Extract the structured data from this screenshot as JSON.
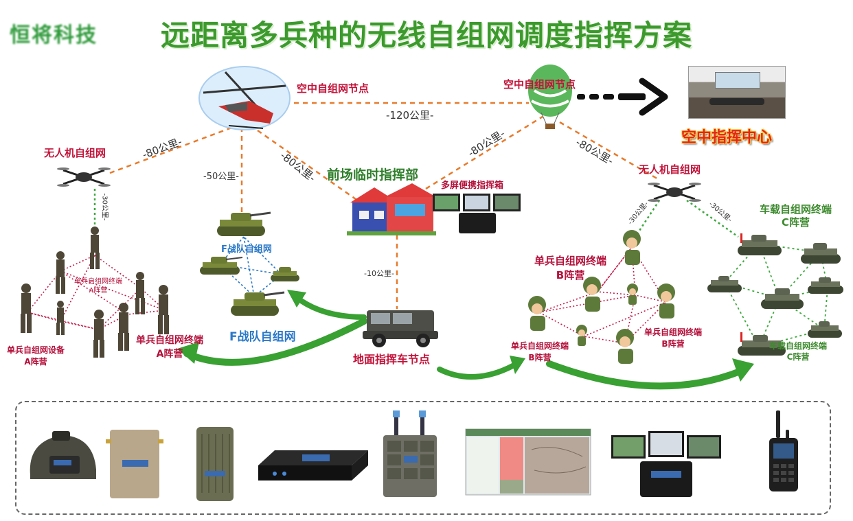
{
  "title": "远距离多兵种的无线自组网调度指挥方案",
  "logo_text": "恒将科技",
  "nodes": {
    "air_node_left": "空中自组网节点",
    "air_node_right": "空中自组网节点",
    "air_command_center": "空中指挥中心",
    "uav_left": "无人机自组网",
    "uav_right": "无人机自组网",
    "forward_hq": "前场临时指挥部",
    "portable_box": "多屏便携指挥箱",
    "f_team_small": "F战队自组网",
    "f_team_big": "F战队自组网",
    "ground_vehicle": "地面指挥车节点",
    "a_device": [
      "单兵自组网设备",
      "A阵营"
    ],
    "a_terminal_small": [
      "单兵自组网终端",
      "A阵营"
    ],
    "a_terminal_big": [
      "单兵自组网终端",
      "A阵营"
    ],
    "b_terminal_top": [
      "单兵自组网终端",
      "B阵营"
    ],
    "b_terminal_left": [
      "单兵自组网终端",
      "B阵营"
    ],
    "b_terminal_right": [
      "单兵自组网终端",
      "B阵营"
    ],
    "c_terminal_top": [
      "车载自组网终端",
      "C阵营"
    ],
    "c_terminal_bottom": [
      "车载自组网终端",
      "C阵营"
    ]
  },
  "links": {
    "heli_to_balloon": "-120公里-",
    "uav_to_heli": "-80公里-",
    "heli_to_tank": "-50公里-",
    "heli_to_hq": "-80公里-",
    "hq_to_balloon": "-80公里-",
    "balloon_to_uav": "-80公里-",
    "uav_to_soldiers": "-30公里-",
    "hq_to_vehicle": "-10公里-",
    "uav_right_to_b": "-30公里-",
    "uav_right_to_c": "-30公里-"
  },
  "equipment": [
    "helmet-radio",
    "module-board",
    "backpack-radio",
    "rack-unit",
    "relay-station",
    "map-software",
    "multi-screen-box",
    "handheld-radio"
  ],
  "colors": {
    "title_green": "#3c9a2d",
    "link_orange": "#e87a2a",
    "mesh_red": "#c41c4a",
    "mesh_blue": "#2a78c9",
    "mesh_green": "#3aa83a",
    "arrow_green": "#39a032"
  }
}
